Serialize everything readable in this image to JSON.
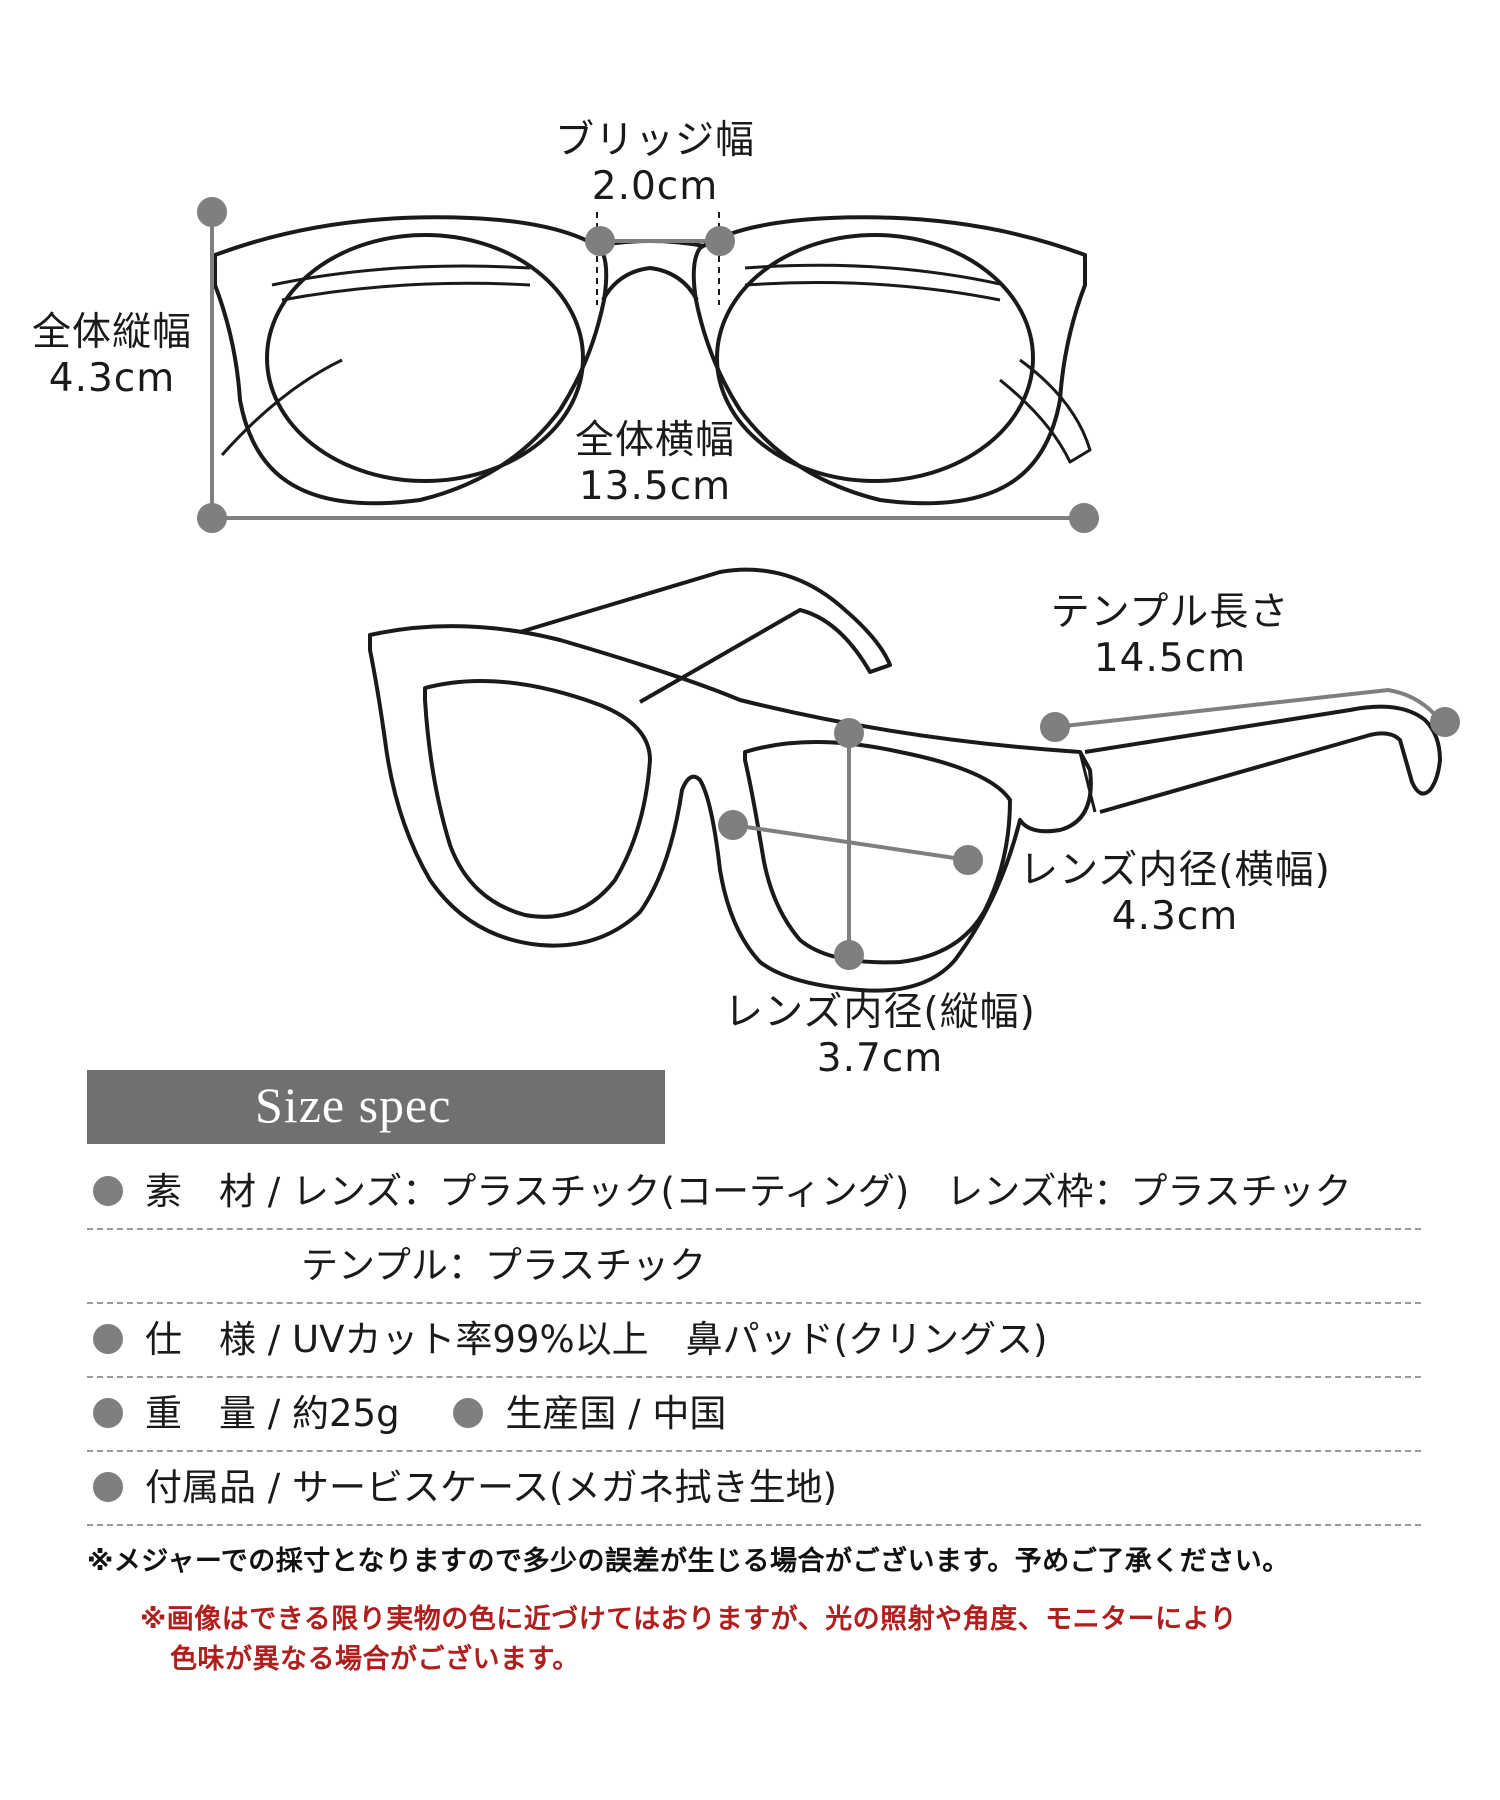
{
  "colors": {
    "line": "#1a1a1a",
    "measure": "#7f7f7f",
    "header_bg": "#707070",
    "note_red": "#b01e1e"
  },
  "dimensions": [
    {
      "label": "ブリッジ幅",
      "value": "2.0cm"
    },
    {
      "label": "全体縦幅",
      "value": "4.3cm"
    },
    {
      "label": "全体横幅",
      "value": "13.5cm"
    },
    {
      "label": "テンプル長さ",
      "value": "14.5cm"
    },
    {
      "label": "レンズ内径(横幅)",
      "value": "4.3cm"
    },
    {
      "label": "レンズ内径(縦幅)",
      "value": "3.7cm"
    }
  ],
  "spec": {
    "header": "Size spec",
    "rows": [
      "素　材 / レンズ：プラスチック(コーティング)　レンズ枠：プラスチック",
      "テンプル：プラスチック",
      "仕　様 / UVカット率99%以上　鼻パッド(クリングス)",
      "重　量 / 約25g",
      "生産国 / 中国",
      "付属品 / サービスケース(メガネ拭き生地)"
    ]
  },
  "notes": {
    "measure_note": "※メジャーでの採寸となりますので多少の誤差が生じる場合がございます。予めご了承ください。",
    "color_note_line1": "※画像はできる限り実物の色に近づけてはおりますが、光の照射や角度、モニターにより",
    "color_note_line2": "色味が異なる場合がございます。"
  }
}
